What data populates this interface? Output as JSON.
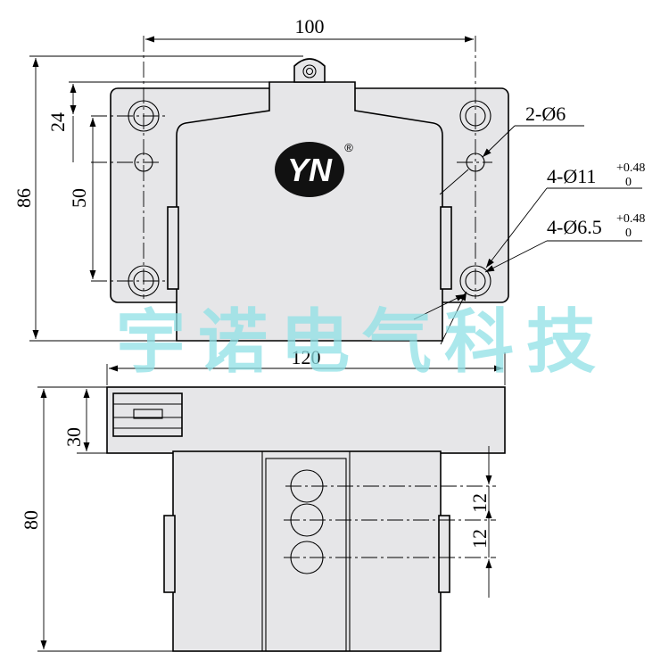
{
  "dimensions": {
    "top_width": "100",
    "overall_height": "86",
    "hole_offset": "24",
    "hole_pitch": "50",
    "base_width": "120",
    "base_height": "30",
    "lower_height": "80",
    "port_pitch_1": "12",
    "port_pitch_2": "12"
  },
  "notes": {
    "small_holes": "2-Ø6",
    "large_counterbore_main": "4-Ø11",
    "large_counterbore_tol_upper": "+0.48",
    "large_counterbore_tol_lower": "0",
    "mount_holes_main": "4-Ø6.5",
    "mount_holes_tol_upper": "+0.48",
    "mount_holes_tol_lower": "0"
  },
  "logo": {
    "text": "YN",
    "mark": "®"
  },
  "watermark": "宇诺电气科技",
  "colors": {
    "body_fill": "#e6e6e8",
    "logo_fill": "#111111",
    "watermark": "#8fe0e6"
  }
}
